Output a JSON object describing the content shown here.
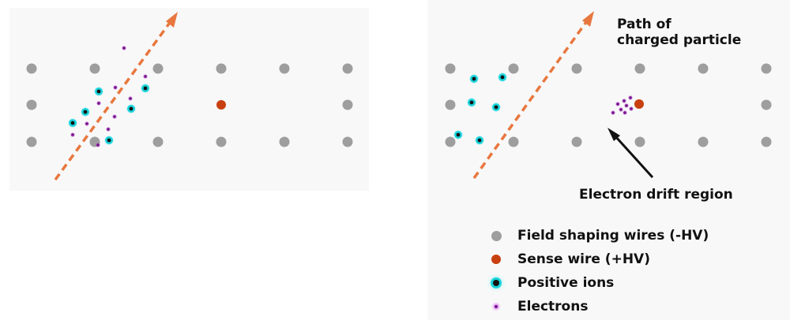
{
  "annotations": {
    "path_label_line1": "Path of",
    "path_label_line2": "charged particle",
    "drift_label": "Electron drift region"
  },
  "legend": [
    {
      "symbol": "field-wire",
      "label": "Field shaping wires (-HV)"
    },
    {
      "symbol": "sense-wire",
      "label": "Sense wire (+HV)"
    },
    {
      "symbol": "positive-ion",
      "label": "Positive ions"
    },
    {
      "symbol": "electron",
      "label": "Electrons"
    }
  ],
  "colors": {
    "field_wire": "#9e9e9e",
    "sense_wire": "#c8400f",
    "positive_ion": "#18d4dc",
    "electron": "#7a1190",
    "particle_path": "#e8773f",
    "panel_background": "#f8f8f8"
  }
}
